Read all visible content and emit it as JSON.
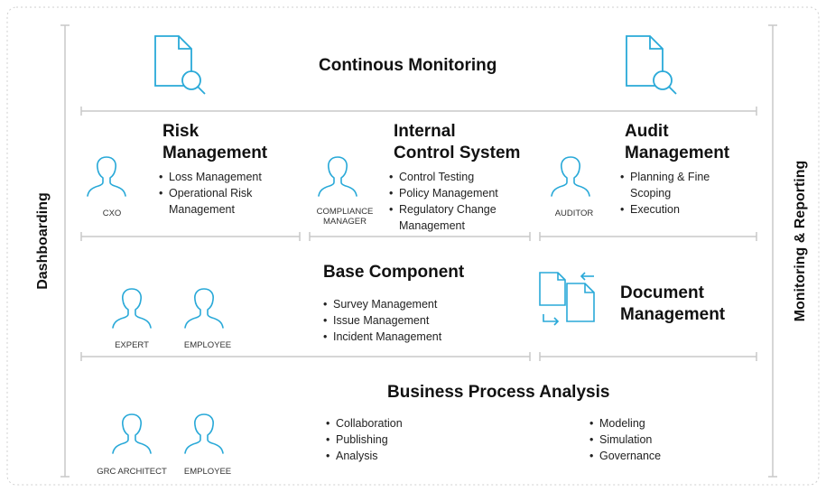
{
  "colors": {
    "accent": "#29a9d8",
    "line": "#c8c8c8",
    "dashed_border": "#cfcfcf"
  },
  "side_labels": {
    "left": "Dashboarding",
    "right": "Monitoring & Reporting"
  },
  "monitoring": {
    "title": "Continous Monitoring",
    "icons": [
      "document-search-icon",
      "document-search-icon"
    ]
  },
  "risk": {
    "title_line1": "Risk",
    "title_line2": "Management",
    "role": "CXO",
    "items": [
      "Loss Management",
      "Operational Risk Management"
    ]
  },
  "internal_control": {
    "title_line1": "Internal",
    "title_line2": "Control System",
    "role_line1": "COMPLIANCE",
    "role_line2": "MANAGER",
    "items": [
      "Control Testing",
      "Policy Management",
      "Regulatory Change Management"
    ]
  },
  "audit": {
    "title_line1": "Audit",
    "title_line2": "Management",
    "role": "AUDITOR",
    "items": [
      "Planning & Fine Scoping",
      "Execution"
    ]
  },
  "base": {
    "title": "Base Component",
    "roles": [
      "EXPERT",
      "EMPLOYEE"
    ],
    "items": [
      "Survey Management",
      "Issue Management",
      "Incident Management"
    ]
  },
  "document": {
    "title_line1": "Document",
    "title_line2": "Management",
    "icon": "document-sync-icon"
  },
  "bpa": {
    "title": "Business Process Analysis",
    "roles": [
      "GRC ARCHITECT",
      "EMPLOYEE"
    ],
    "items_left": [
      "Collaboration",
      "Publishing",
      "Analysis"
    ],
    "items_right": [
      "Modeling",
      "Simulation",
      "Governance"
    ]
  }
}
